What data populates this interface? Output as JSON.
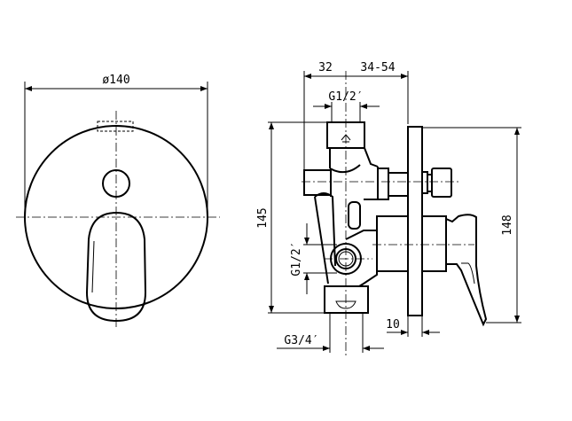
{
  "title": "Concealed mixer technical drawing",
  "front_view": {
    "diameter_label": "ø140"
  },
  "side_view": {
    "depth_label_a": "32",
    "depth_label_b": "34-54",
    "top_outlet_label": "G1/2′",
    "height_body_label": "145",
    "height_plate_label": "148",
    "side_inlet_label": "G1/2′",
    "plate_thickness_label": "10",
    "bottom_outlet_label": "G3/4′"
  }
}
